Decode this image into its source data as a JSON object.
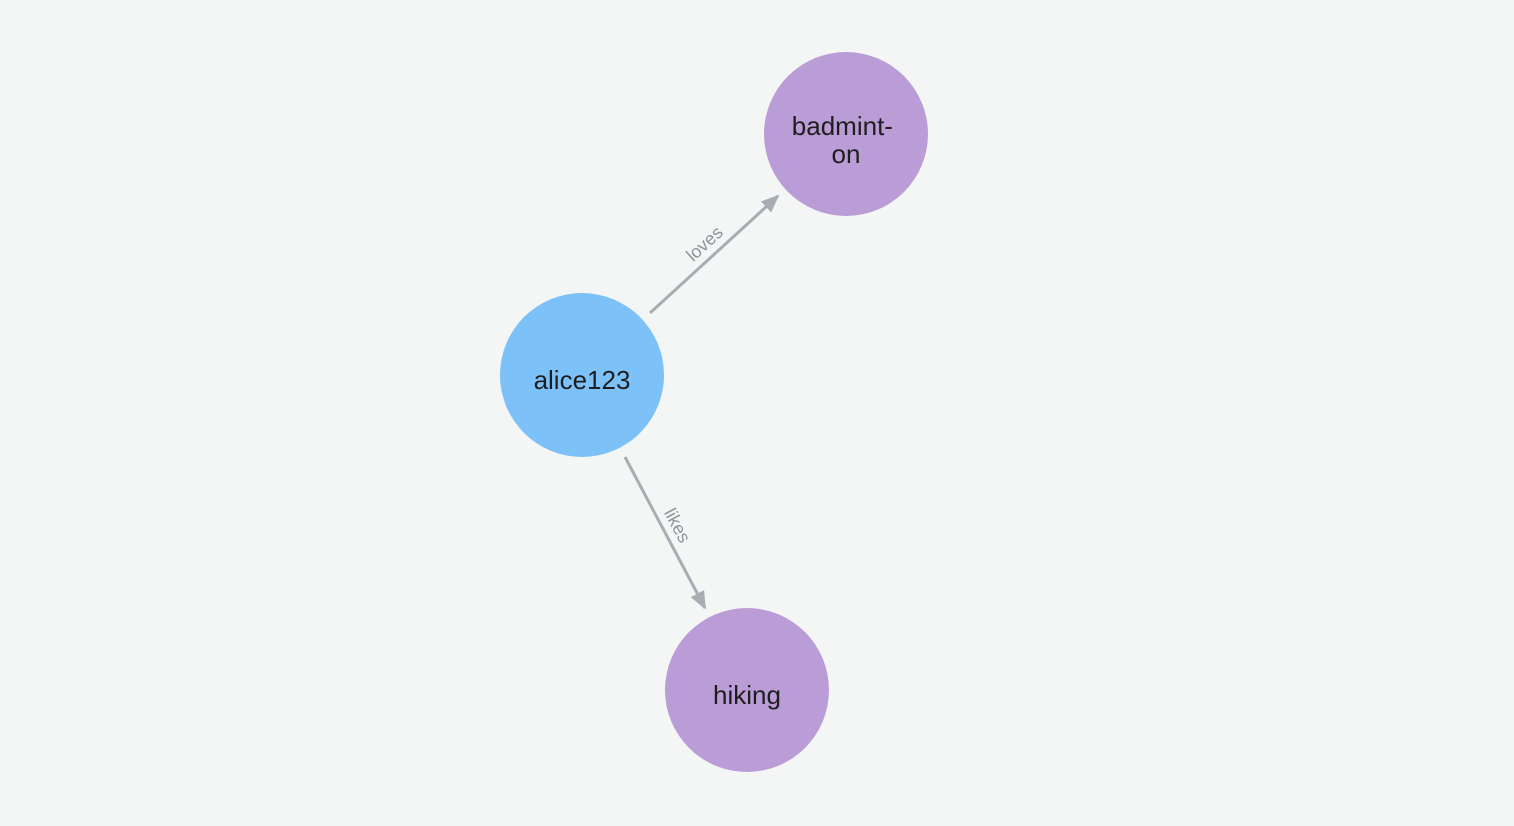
{
  "canvas": {
    "background": "#F4F6F5"
  },
  "graph": {
    "edge_color": "#A9ACB3",
    "edge_label_color": "#8F939B",
    "node_text_color": "#1E1E1E",
    "nodes": [
      {
        "label": "alice123",
        "color": "#7DC1F9",
        "text_color": "#1E1E1E"
      },
      {
        "label": "badminton",
        "label_lines": [
          "badmint-",
          "on"
        ],
        "color": "#BA9CD6",
        "text_color": "#1E1E1E"
      },
      {
        "label": "hiking",
        "color": "#BA9CD6",
        "text_color": "#1E1E1E"
      }
    ],
    "edges": [
      {
        "from": "alice123",
        "to": "badminton",
        "label": "loves"
      },
      {
        "from": "alice123",
        "to": "hiking",
        "label": "likes"
      }
    ]
  }
}
